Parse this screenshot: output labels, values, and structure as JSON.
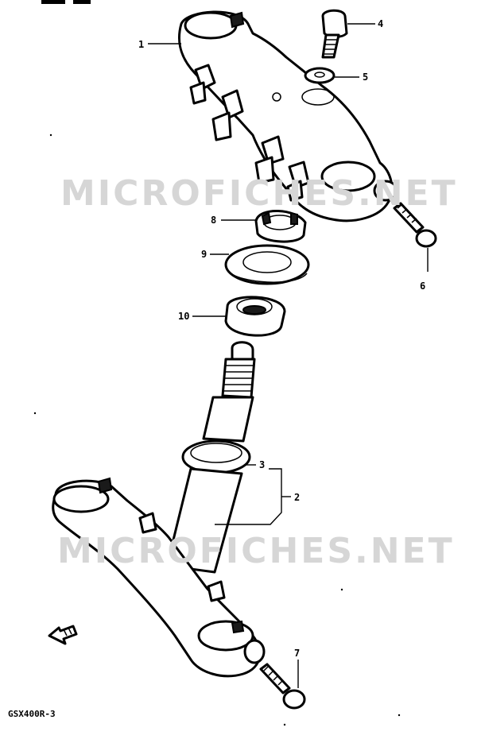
{
  "header": {
    "text": ""
  },
  "watermark": {
    "text": "MICROFICHES.NET"
  },
  "caption": {
    "text": "GSX400R-3"
  },
  "callouts": {
    "p1": "1",
    "p2": "2",
    "p3": "3",
    "p4": "4",
    "p5": "5",
    "p6": "6",
    "p7": "7",
    "p8": "8",
    "p9": "9",
    "p10": "10"
  },
  "colors": {
    "ink": "#000000",
    "paper": "#ffffff",
    "watermark": "#d6d6d6"
  }
}
